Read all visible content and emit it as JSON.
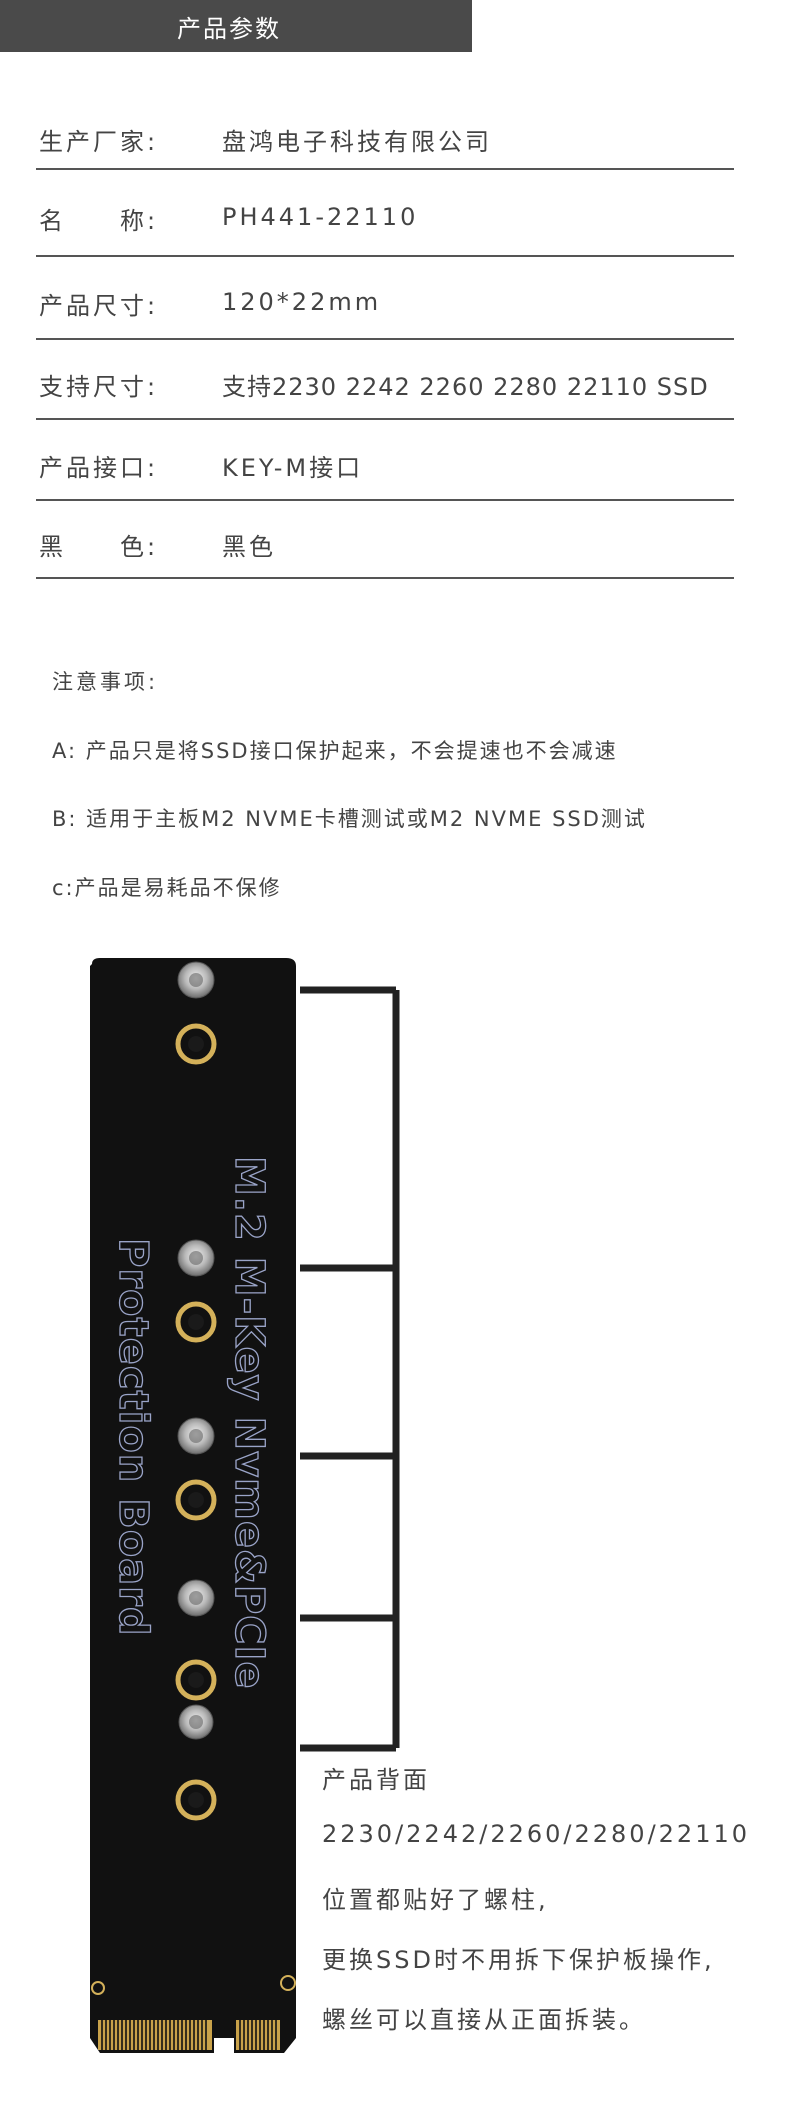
{
  "header": {
    "title": "产品参数"
  },
  "specs": [
    {
      "label": "生产厂家:",
      "value": "盘鸿电子科技有限公司"
    },
    {
      "label": "名　　称:",
      "value": "PH441-22110"
    },
    {
      "label": "产品尺寸:",
      "value": "120*22mm"
    },
    {
      "label": "支持尺寸:",
      "value": "支持2230 2242 2260 2280 22110 SSD"
    },
    {
      "label": "产品接口:",
      "value": "KEY-M接口"
    },
    {
      "label": "黑　　色:",
      "value": "黑色"
    }
  ],
  "notes": {
    "title": "注意事项:",
    "items": [
      "A: 产品只是将SSD接口保护起来，不会提速也不会减速",
      "B: 适用于主板M2 NVME卡槽测试或M2 NVME SSD测试",
      "c:产品是易耗品不保修"
    ]
  },
  "board": {
    "text_line1": "M.2 M-Key Nvme&PCIe",
    "text_line2": "Protection Board",
    "pcb_color": "#111111",
    "pad_color": "#d4b15a",
    "text_color": "#9aa4c8"
  },
  "back_note": {
    "lines": [
      "产品背面",
      "2230/2242/2260/2280/22110",
      "位置都贴好了螺柱,",
      "更换SSD时不用拆下保护板操作,",
      "螺丝可以直接从正面拆装。"
    ]
  }
}
